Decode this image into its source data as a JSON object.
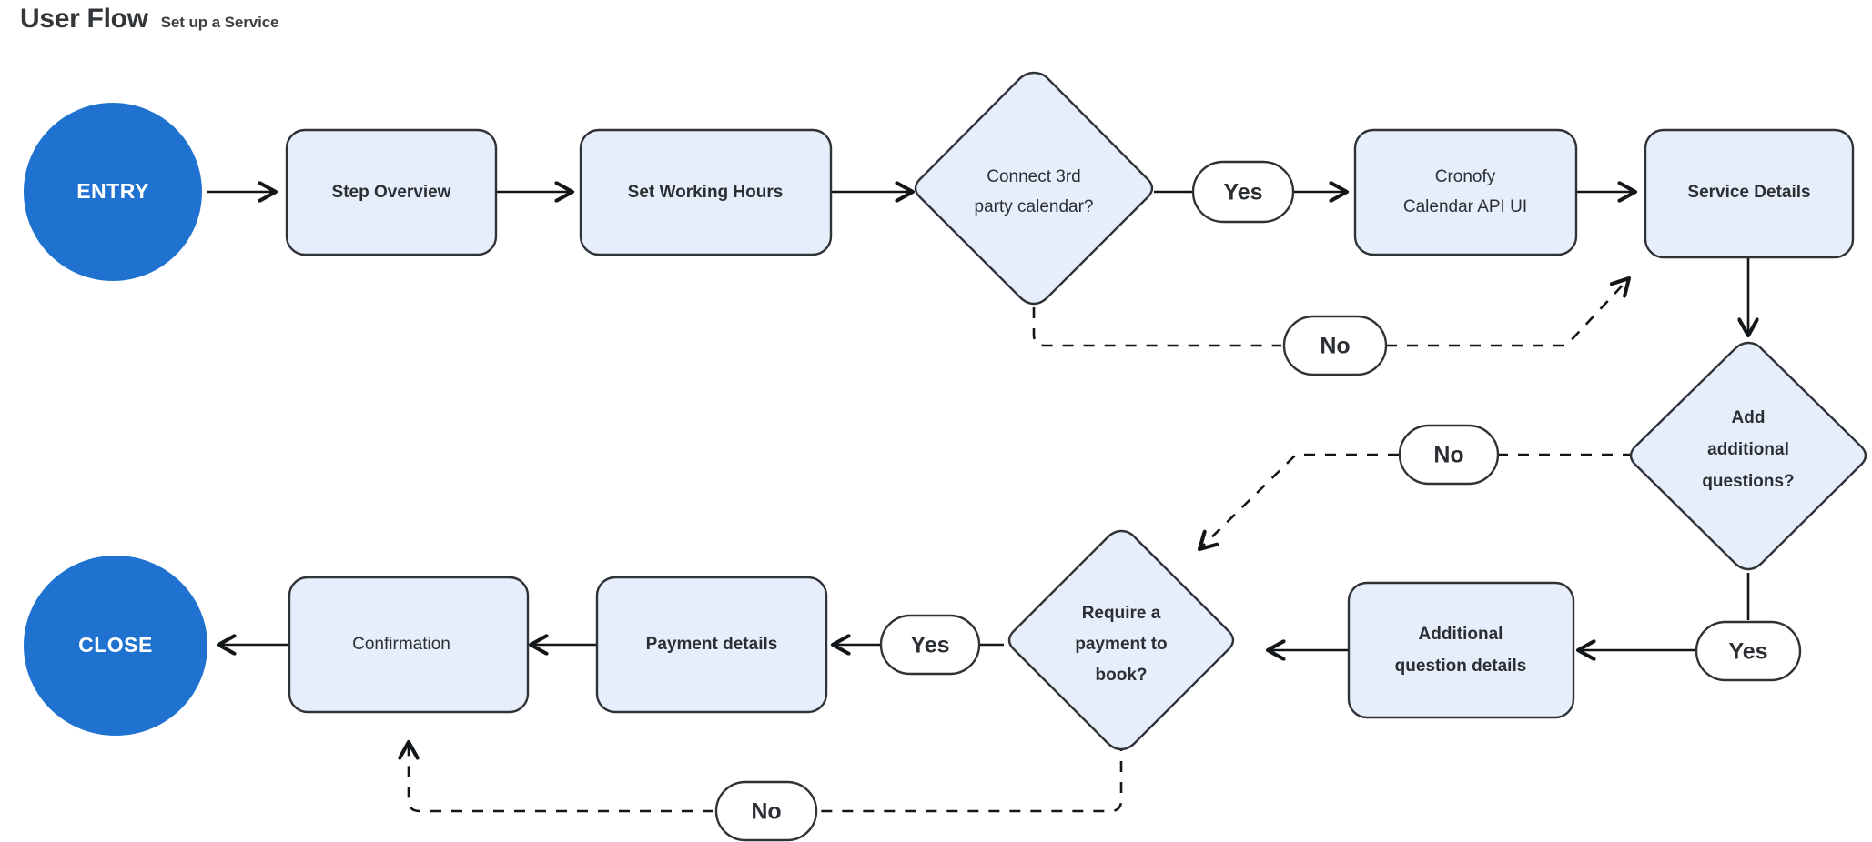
{
  "header": {
    "title": "User Flow",
    "subtitle": "Set up a Service"
  },
  "colors": {
    "terminator_fill": "#1f72cf",
    "node_fill": "#e7eefb",
    "node_stroke": "#2f3337",
    "edge": "#131619",
    "pill_fill": "#ffffff",
    "background": "#ffffff",
    "text": "#2b2f33"
  },
  "nodes": {
    "entry": {
      "label": "ENTRY",
      "type": "terminator"
    },
    "step_overview": {
      "label": "Step Overview",
      "type": "process"
    },
    "set_working_hours": {
      "label": "Set Working Hours",
      "type": "process"
    },
    "connect_calendar": {
      "label_line1": "Connect 3rd",
      "label_line2": "party calendar?",
      "type": "decision"
    },
    "cronofy": {
      "label_line1": "Cronofy",
      "label_line2": "Calendar API UI",
      "type": "process"
    },
    "service_details": {
      "label": "Service Details",
      "type": "process"
    },
    "add_questions": {
      "label_line1": "Add",
      "label_line2": "additional",
      "label_line3": "questions?",
      "type": "decision"
    },
    "additional_question_details": {
      "label_line1": "Additional",
      "label_line2": "question details",
      "type": "process"
    },
    "require_payment": {
      "label_line1": "Require a",
      "label_line2": "payment to",
      "label_line3": "book?",
      "type": "decision"
    },
    "payment_details": {
      "label": "Payment details",
      "type": "process"
    },
    "confirmation": {
      "label": "Confirmation",
      "type": "process"
    },
    "close": {
      "label": "CLOSE",
      "type": "terminator"
    }
  },
  "edge_labels": {
    "calendar_yes": "Yes",
    "calendar_no": "No",
    "questions_no": "No",
    "questions_yes": "Yes",
    "payment_yes": "Yes",
    "payment_no": "No"
  }
}
